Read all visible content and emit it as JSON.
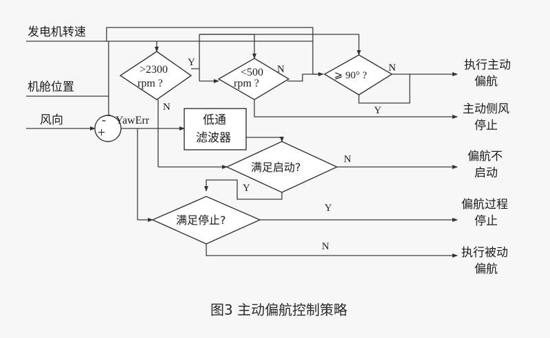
{
  "inputs": {
    "generator_speed": "发电机转速",
    "nacelle_position": "机舱位置",
    "wind_direction": "风向"
  },
  "summing_junction": {
    "plus": "+",
    "minus": "-",
    "output": "YawErr"
  },
  "filter": {
    "line1": "低通",
    "line2": "滤波器"
  },
  "decisions": {
    "d1": {
      "line1": ">2300",
      "line2": "rpm ?",
      "yes": "Y",
      "no": "N"
    },
    "d2": {
      "line1": "<500",
      "line2": "rpm ?",
      "no": "N"
    },
    "d3": {
      "line1": "⩾ 90°  ?",
      "no": "N",
      "yes": "Y"
    },
    "d4": {
      "text": "满足启动?",
      "no": "N",
      "yes": "Y"
    },
    "d5": {
      "text": "满足停止?",
      "yes": "Y",
      "no": "N"
    }
  },
  "outputs": {
    "o1": {
      "line1": "执行主动",
      "line2": "偏航"
    },
    "o2": {
      "line1": "主动侧风",
      "line2": "停止"
    },
    "o3": {
      "line1": "偏航不",
      "line2": "启动"
    },
    "o4": {
      "line1": "偏航过程",
      "line2": "停止"
    },
    "o5": {
      "line1": "执行被动",
      "line2": "偏航"
    }
  },
  "caption": "图3 主动偏航控制策略"
}
